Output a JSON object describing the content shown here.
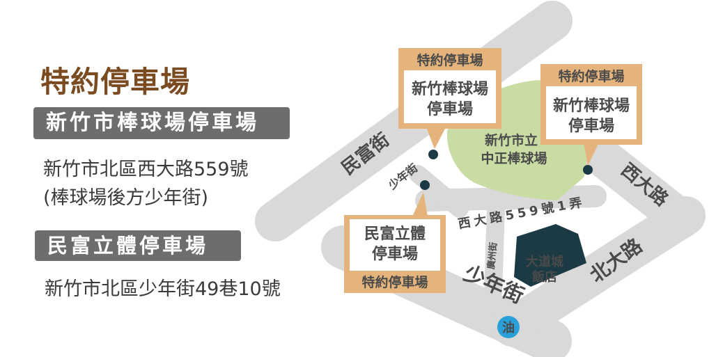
{
  "title": "特約停車場",
  "lots": [
    {
      "name": "新竹市棒球場停車場",
      "address": [
        "新竹市北區西大路559號",
        "(棒球場後方少年街)"
      ]
    },
    {
      "name": "民富立體停車場",
      "address": [
        "新竹市北區少年街49巷10號"
      ]
    }
  ],
  "map": {
    "stadium_label": [
      "新竹市立",
      "中正棒球場"
    ],
    "hotel_label": [
      "大道城",
      "飯店"
    ],
    "gas_icon_label": "油",
    "roads": {
      "minfu": "民富街",
      "shaonian_small": "少年街",
      "xida": "西大路",
      "xida_lane": "西大路559號1弄",
      "shaonian": "少年街",
      "beida": "北大路",
      "guangming": "廣州街"
    },
    "callouts": [
      {
        "header": "特約停車場",
        "body": [
          "新竹棒球場",
          "停車場"
        ]
      },
      {
        "header": "特約停車場",
        "body": [
          "新竹棒球場",
          "停車場"
        ]
      },
      {
        "header": "特約停車場",
        "body": [
          "民富立體",
          "停車場"
        ]
      }
    ],
    "colors": {
      "road": "#d9d9d9",
      "stadium": "#c9dca4",
      "hotel": "#1c3a44",
      "callout": "#e5b47c",
      "callout_text": "#5a3a1a",
      "gas": "#2aa0d8",
      "pin": "#1c3a44"
    }
  }
}
